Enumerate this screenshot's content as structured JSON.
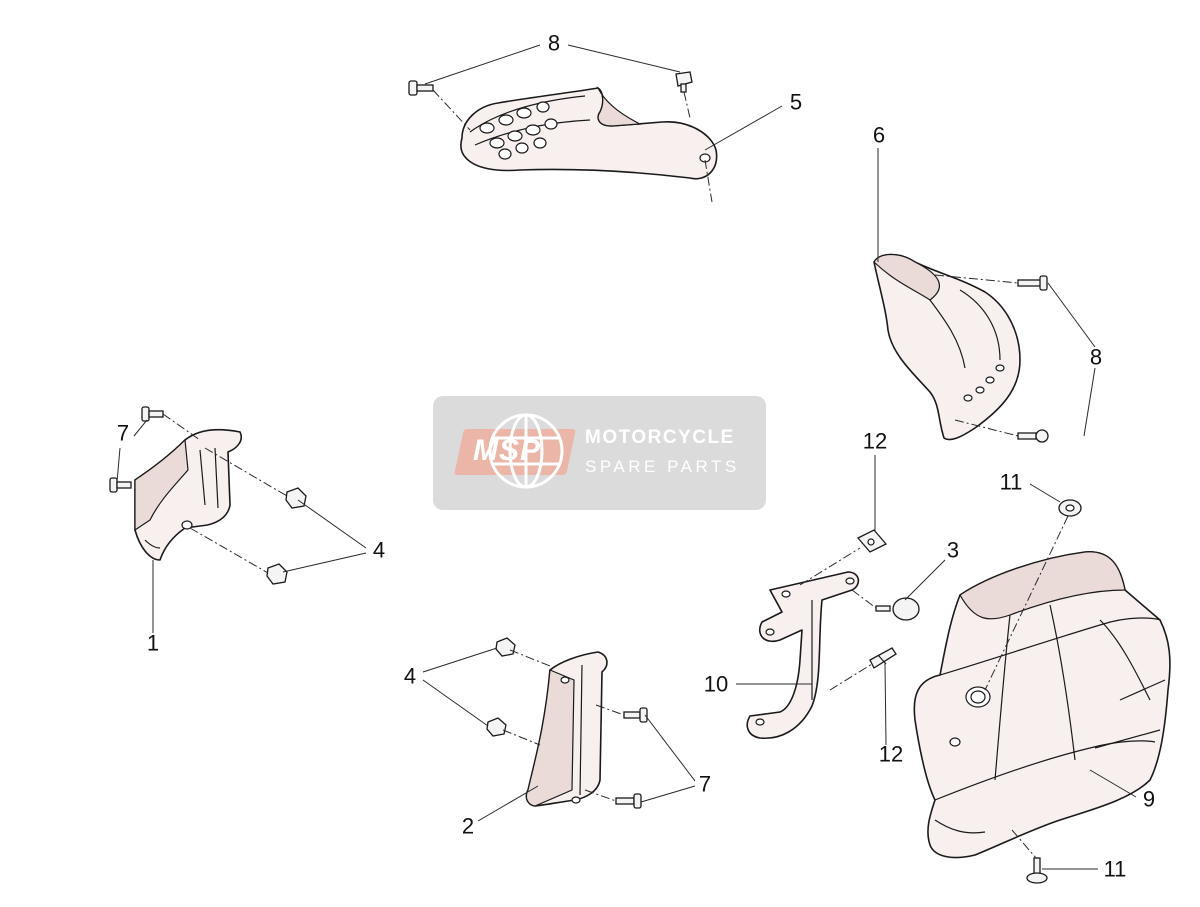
{
  "callouts": {
    "c1": "1",
    "c2": "2",
    "c3": "3",
    "c4a": "4",
    "c4b": "4",
    "c5": "5",
    "c6": "6",
    "c7a": "7",
    "c7b": "7",
    "c8a": "8",
    "c8b": "8",
    "c9": "9",
    "c10": "10",
    "c11a": "11",
    "c11b": "11",
    "c12a": "12",
    "c12b": "12"
  },
  "watermark": {
    "logo": "MSP",
    "line1": "MOTORCYCLE",
    "line2": "SPARE PARTS"
  },
  "colors": {
    "part_fill": "#f7f0ef",
    "outline": "#1a1a1a",
    "watermark_bg": "#bebebe",
    "watermark_badge": "#f0aa96"
  }
}
